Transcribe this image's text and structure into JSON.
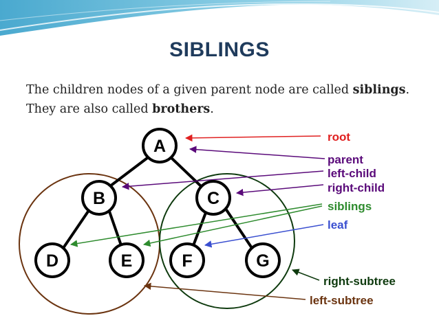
{
  "title": "SIBLINGS",
  "description": {
    "part1": "The children nodes of a given parent node are called ",
    "term1": "siblings",
    "part2": ". They are also called ",
    "term2": "brothers",
    "part3": "."
  },
  "nodes": {
    "a": "A",
    "b": "B",
    "c": "C",
    "d": "D",
    "e": "E",
    "f": "F",
    "g": "G"
  },
  "labels": {
    "root": "root",
    "parent": "parent",
    "left_child": "left-child",
    "right_child": "right-child",
    "siblings": "siblings",
    "leaf": "leaf",
    "right_subtree": "right-subtree",
    "left_subtree": "left-subtree"
  },
  "colors": {
    "root": "#e02020",
    "parent": "#5a0a7a",
    "left_child": "#5a0a7a",
    "right_child": "#5a0a7a",
    "siblings": "#2e8b2e",
    "leaf": "#3a4fd0",
    "right_subtree": "#0e3a0e",
    "left_subtree": "#6b3410",
    "title": "#1f3b5c",
    "header_wave": "#5bb7d8"
  }
}
